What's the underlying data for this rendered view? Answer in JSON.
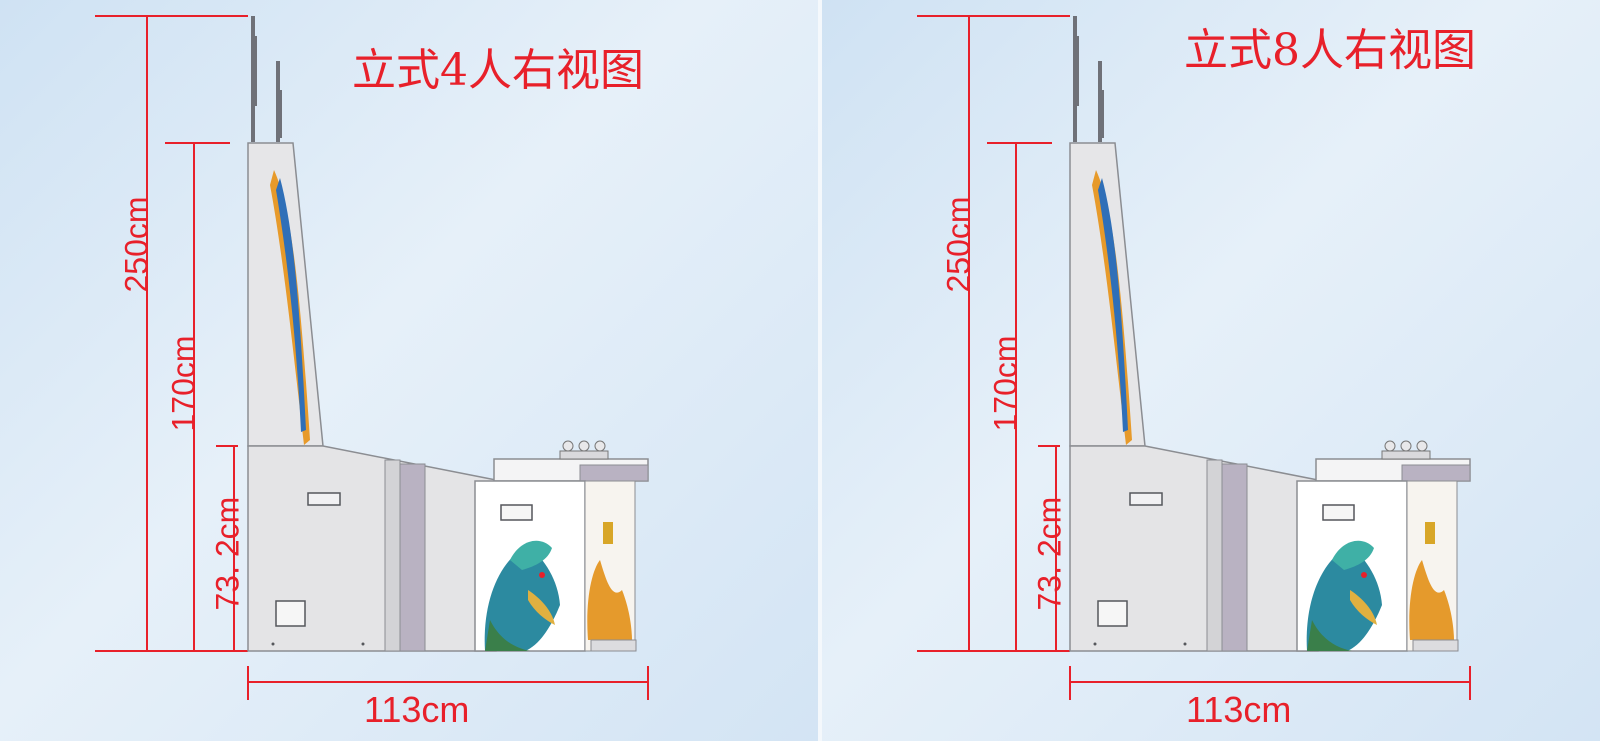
{
  "views": [
    {
      "title": "立式4人右视图",
      "dimensions": {
        "total_height": "250cm",
        "cabinet_height": "170cm",
        "table_height": "73. 2cm",
        "depth": "113cm"
      }
    },
    {
      "title": "立式8人右视图",
      "dimensions": {
        "total_height": "250cm",
        "cabinet_height": "170cm",
        "table_height": "73. 2cm",
        "depth": "113cm"
      }
    }
  ],
  "colors": {
    "dimension_red": "#e8202a",
    "background_blue": "#dbe9f6",
    "cabinet_grey": "#e4e4e6",
    "panel_purple": "#b9b2c2"
  },
  "icons": [
    "dragon-artwork",
    "flame-artwork",
    "joystick-icon",
    "coin-slot-icon"
  ]
}
